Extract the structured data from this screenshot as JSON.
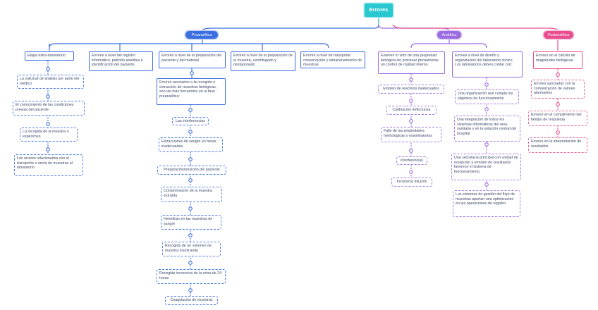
{
  "root": {
    "label": "Errores"
  },
  "branches": {
    "preanalitica": {
      "label": "Preanalítica",
      "color": "#3b6fe0"
    },
    "analitica": {
      "label": "Analítica",
      "color": "#9b6ce0"
    },
    "postanalitica": {
      "label": "Postanalítica",
      "color": "#e94d8f"
    }
  },
  "pre": {
    "etapa": "Etapa extra-laboratorio",
    "etapa_children": [
      "La solicitud de análisis por parte del médico",
      "El conocimiento de las condiciones previas del paciente",
      "La recogida de la muestra o espécimen",
      "Los errores relacionados con el transporte o envío de muestras al laboratorio"
    ],
    "registro": "Errores a nivel del registro informático, petición analítica e identificación del paciente",
    "preparacion": "Errores a nivel de la preparación del paciente y del material",
    "preparacion_muestra": "Errores a nivel de la preparación de la muestra, centrifugado y destaponado",
    "transporte": "Errores a nivel de transporte, conservación y almacenamiento de muestras",
    "asociados": "Errores asociados a la recogida o extracción de muestras biológicas, son las más frecuentes en la fase preanalítica:",
    "asociados_children": [
      "Las interferencias",
      "Extracciones de sangre en horas inadecuadas",
      "Preparación/posición del paciente",
      "Contaminación de la muestra extraída",
      "Hemólisis en las muestras de sangre",
      "Recogida de un volumen de muestra insuficiente",
      "Recogida incorrecta de la orina de 24 horas",
      "Coagulación de muestras"
    ]
  },
  "ana": {
    "examen": "Examen in vitro de una propiedad biológica sin procesar previamente un control de calidad interno",
    "examen_children": [
      "Empleo de reactivos inadecuados",
      "Calibración defectuosa",
      "Fallo de las propiedades metrológicas o examinatorias",
      "Interferencias",
      "Incorrecta dilución"
    ],
    "diseno": "Errores a nivel de diseño y organización del laboratorio clínico. Los laboratorios deben contar con:",
    "diseno_children": [
      "Una organización que cumpla los objetivos de funcionamiento",
      "Una integración de todos los sistemas informáticos del área sanitaria y en la estación central del hospital",
      "Una secretaría principal con unidad de recepción y emisión de resultados favorece el sistema de funcionamiento.",
      "Los sistemas de gestión del flujo de muestras aportan una optimización en las operaciones de registro"
    ]
  },
  "post": {
    "calculo": "Errores en el cálculo de magnitudes biológicas",
    "children": [
      "Errores asociados con la comunicación de valores alarmantes",
      "Errores en el cumplimiento del tiempo de respuesta",
      "Errores en la interpretación de resultados"
    ]
  }
}
